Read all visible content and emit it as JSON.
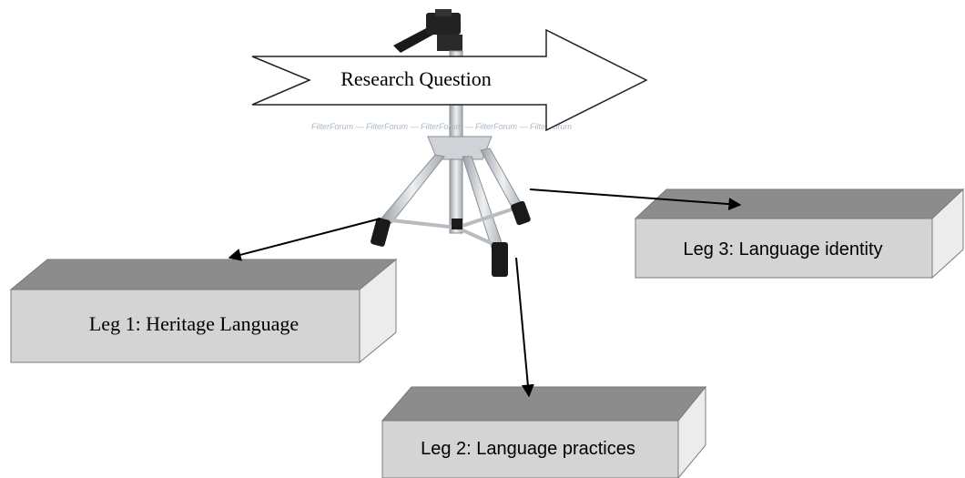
{
  "diagram": {
    "title_arrow": {
      "label": "Research Question"
    },
    "watermark": {
      "text": "FilterForum — FilterForum — FilterForum — FilterForum — FilterForum"
    },
    "legs": [
      {
        "label": "Leg 1: Heritage Language"
      },
      {
        "label": "Leg 2: Language practices"
      },
      {
        "label": "Leg 3: Language identity"
      }
    ],
    "colors": {
      "box_top": "#8c8c8c",
      "box_front": "#d4d4d4",
      "box_side": "#ececec",
      "box_edge": "#7a7a7a",
      "arrow_stroke": "#222222",
      "connector": "#000000",
      "tripod_metal": "#c8ccd0",
      "tripod_dark": "#1a1a1a",
      "watermark": "#a9b8c8"
    },
    "icons": [
      "tripod-icon",
      "arrow-shape",
      "connector-arrow"
    ]
  }
}
